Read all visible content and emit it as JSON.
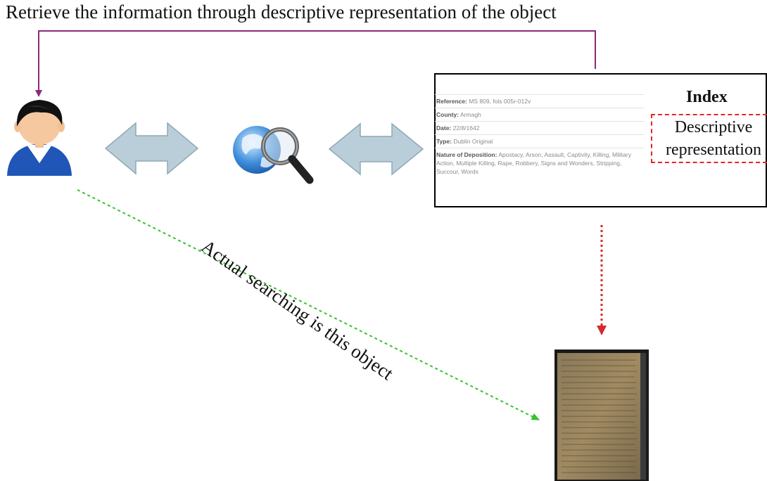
{
  "diagram": {
    "title": "Retrieve the information through descriptive representation of the object",
    "diagonal_label": "Actual searching is this object",
    "record": {
      "rows": [
        {
          "key": "Reference:",
          "value": "MS 809, fols 005r-012v"
        },
        {
          "key": "County:",
          "value": "Armagh"
        },
        {
          "key": "Date:",
          "value": "22/8/1642"
        },
        {
          "key": "Type:",
          "value": "Dublin Original"
        },
        {
          "key": "Nature of Deposition:",
          "value": "Apostacy, Arson, Assault, Captivity, Killing, Military Action, Multiple Killing, Rape, Robbery, Signs and Wonders, Stripping, Succour, Words"
        }
      ]
    },
    "index": {
      "title": "Index",
      "descriptive_line1": "Descriptive",
      "descriptive_line2": "representation"
    },
    "nodes": [
      "user-icon",
      "globe-search-icon",
      "document-icon",
      "manuscript-image"
    ],
    "colors": {
      "top_arrow": "#8b2a7a",
      "double_arrow_fill": "#b9ced8",
      "double_arrow_stroke": "#8fa9b6",
      "red_dotted": "#d42b2b",
      "green_dotted": "#35c42b"
    }
  }
}
